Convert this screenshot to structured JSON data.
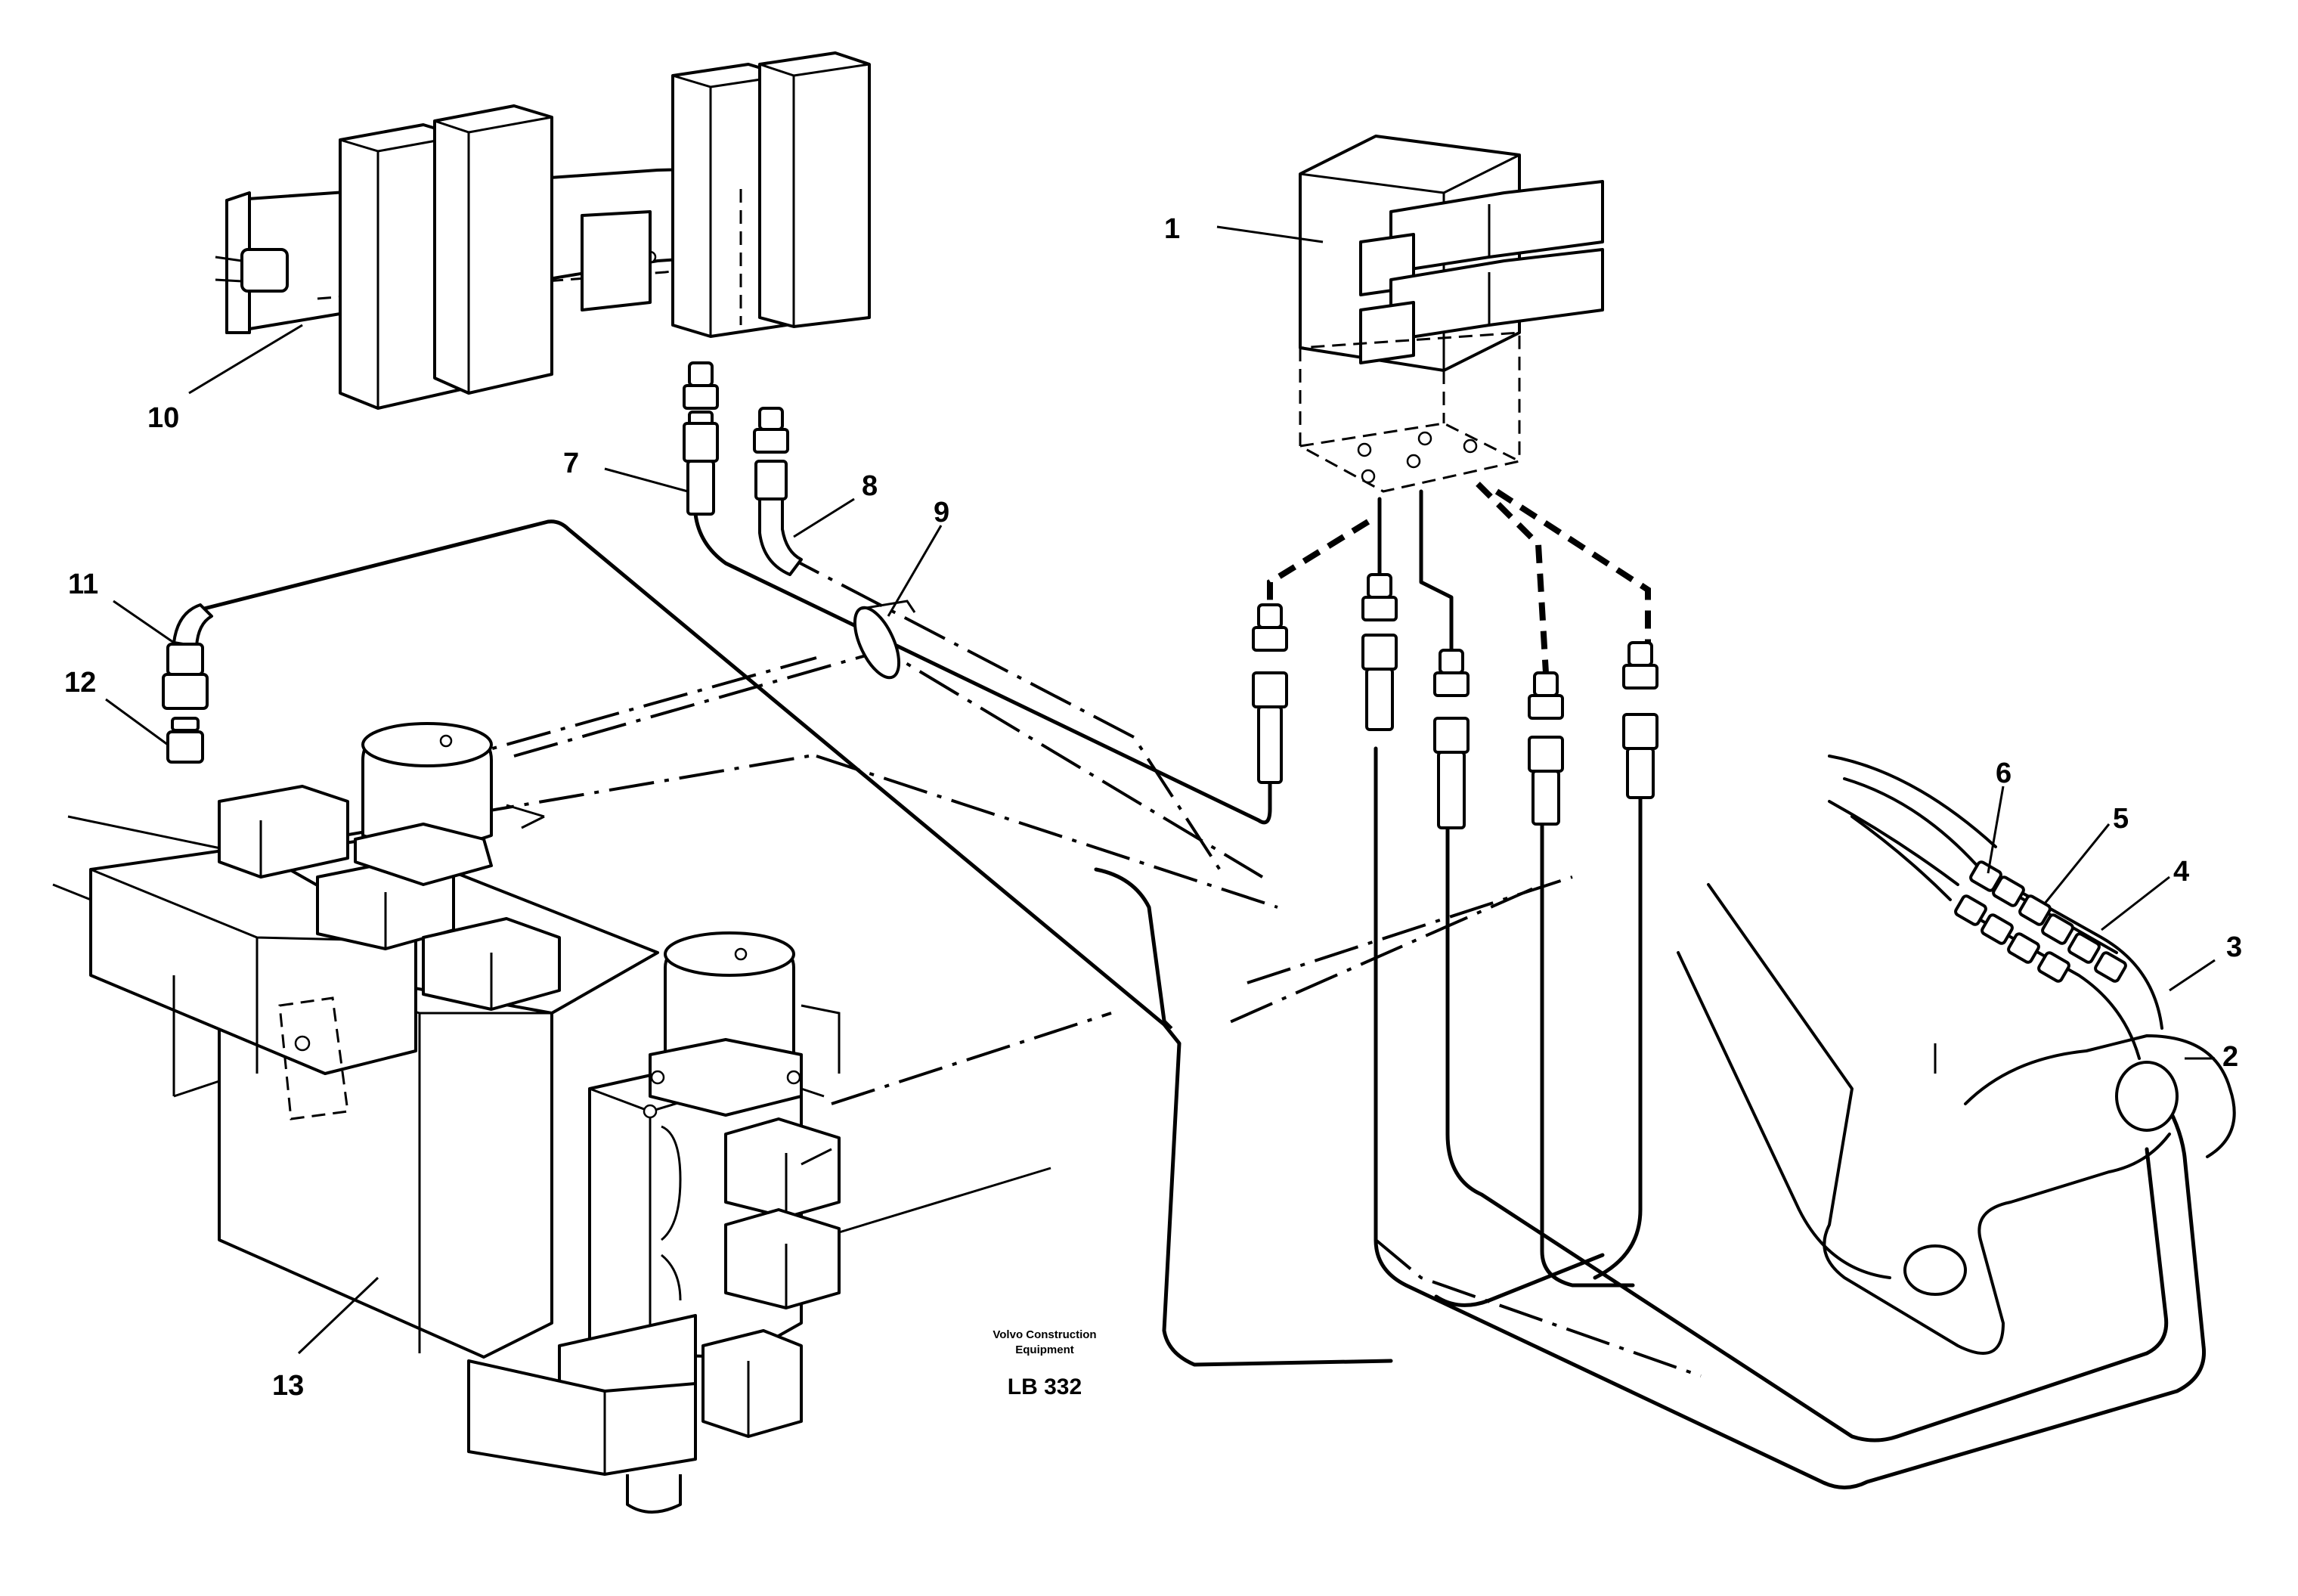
{
  "callouts": [
    {
      "id": "1",
      "text": "1"
    },
    {
      "id": "2",
      "text": "2"
    },
    {
      "id": "3",
      "text": "3"
    },
    {
      "id": "4",
      "text": "4"
    },
    {
      "id": "5",
      "text": "5"
    },
    {
      "id": "6",
      "text": "6"
    },
    {
      "id": "7",
      "text": "7"
    },
    {
      "id": "8",
      "text": "8"
    },
    {
      "id": "9",
      "text": "9"
    },
    {
      "id": "10",
      "text": "10"
    },
    {
      "id": "11",
      "text": "11"
    },
    {
      "id": "12",
      "text": "12"
    },
    {
      "id": "13",
      "text": "13"
    }
  ],
  "manufacturer": {
    "line1": "Volvo Construction",
    "line2": "Equipment"
  },
  "drawing_code": "LB 332"
}
